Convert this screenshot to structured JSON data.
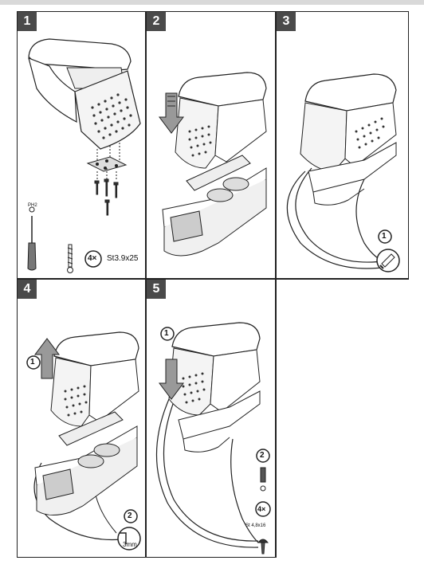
{
  "steps": [
    {
      "number": "1",
      "qty_label": "4×",
      "screw_spec": "St3.9x25",
      "driver_label": "PH2"
    },
    {
      "number": "2"
    },
    {
      "number": "3",
      "callout": "1"
    },
    {
      "number": "4",
      "callout_a": "1",
      "callout_b": "2",
      "tool_size": "3mm"
    },
    {
      "number": "5",
      "callout_a": "1",
      "callout_b": "2",
      "qty_label": "4×",
      "screw_spec": "St 4,8x16"
    }
  ]
}
